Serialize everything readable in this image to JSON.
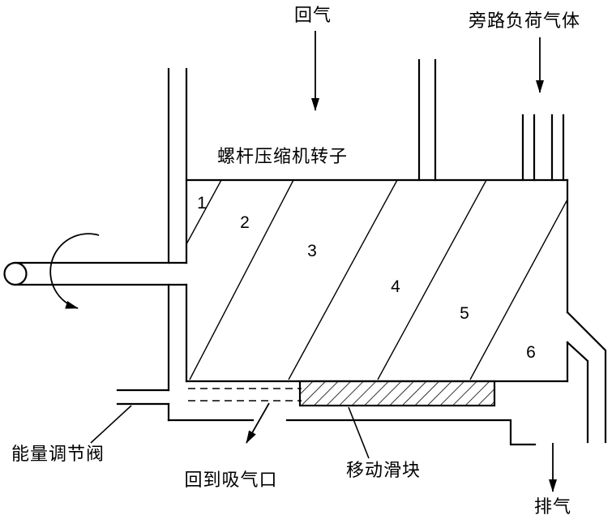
{
  "figure": {
    "labels": {
      "return_gas": "回气",
      "bypass_load_gas": "旁路负荷气体",
      "rotor_caption": "螺杆压缩机转子",
      "energy_regulating_valve": "能量调节阀",
      "return_to_suction_port": "回到吸气口",
      "moving_slide_block": "移动滑块",
      "discharge": "排气"
    },
    "compression_sections": [
      "1",
      "2",
      "3",
      "4",
      "5",
      "6"
    ],
    "colors": {
      "line": "#000000",
      "background": "#ffffff"
    }
  }
}
